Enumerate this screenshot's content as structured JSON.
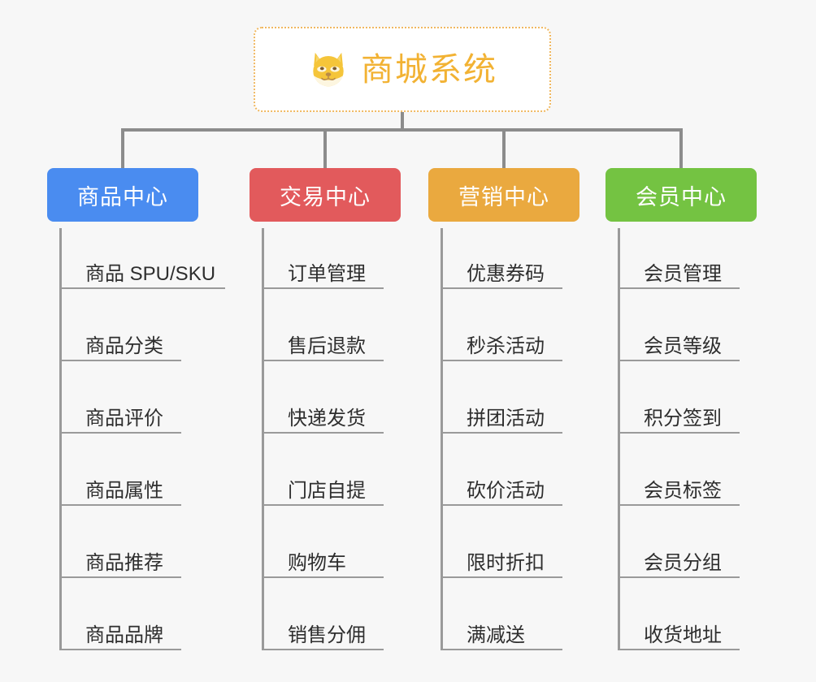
{
  "diagram": {
    "type": "org-chart",
    "background_color": "#f7f7f7",
    "connector_color": "#8c8c8c",
    "root": {
      "title": "商城系统",
      "icon": "shiba-dog-face-icon",
      "title_color": "#f2b233",
      "border_color": "#f0b860",
      "border_style": "dotted",
      "background": "#ffffff"
    },
    "branches": [
      {
        "label": "商品中心",
        "color": "#4a8cf0",
        "leaves": [
          "商品 SPU/SKU",
          "商品分类",
          "商品评价",
          "商品属性",
          "商品推荐",
          "商品品牌"
        ]
      },
      {
        "label": "交易中心",
        "color": "#e25a5c",
        "leaves": [
          "订单管理",
          "售后退款",
          "快递发货",
          "门店自提",
          "购物车",
          "销售分佣"
        ]
      },
      {
        "label": "营销中心",
        "color": "#eaa93f",
        "leaves": [
          "优惠券码",
          "秒杀活动",
          "拼团活动",
          "砍价活动",
          "限时折扣",
          "满减送"
        ]
      },
      {
        "label": "会员中心",
        "color": "#74c342",
        "leaves": [
          "会员管理",
          "会员等级",
          "积分签到",
          "会员标签",
          "会员分组",
          "收货地址"
        ]
      }
    ]
  }
}
